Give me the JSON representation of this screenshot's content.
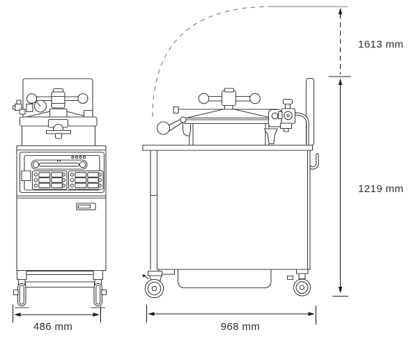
{
  "diagram": {
    "type": "technical-drawing",
    "subject": "commercial pressure fryer, front and side elevations with overall dimensions",
    "dimensions": {
      "lid_open_height": {
        "value": 1613,
        "unit": "mm",
        "label": "1613 mm"
      },
      "cabinet_height": {
        "value": 1219,
        "unit": "mm",
        "label": "1219 mm"
      },
      "front_width": {
        "value": 486,
        "unit": "mm",
        "label": "486 mm"
      },
      "side_depth": {
        "value": 968,
        "unit": "mm",
        "label": "968 mm"
      }
    },
    "colors": {
      "background": "#ffffff",
      "drawing_line": "#3d3d3d",
      "dimension_line": "#1c1c1c",
      "swing_arc": "#8a8a8a",
      "reference_line": "#adadad",
      "label_text": "#2f2f2f"
    }
  }
}
